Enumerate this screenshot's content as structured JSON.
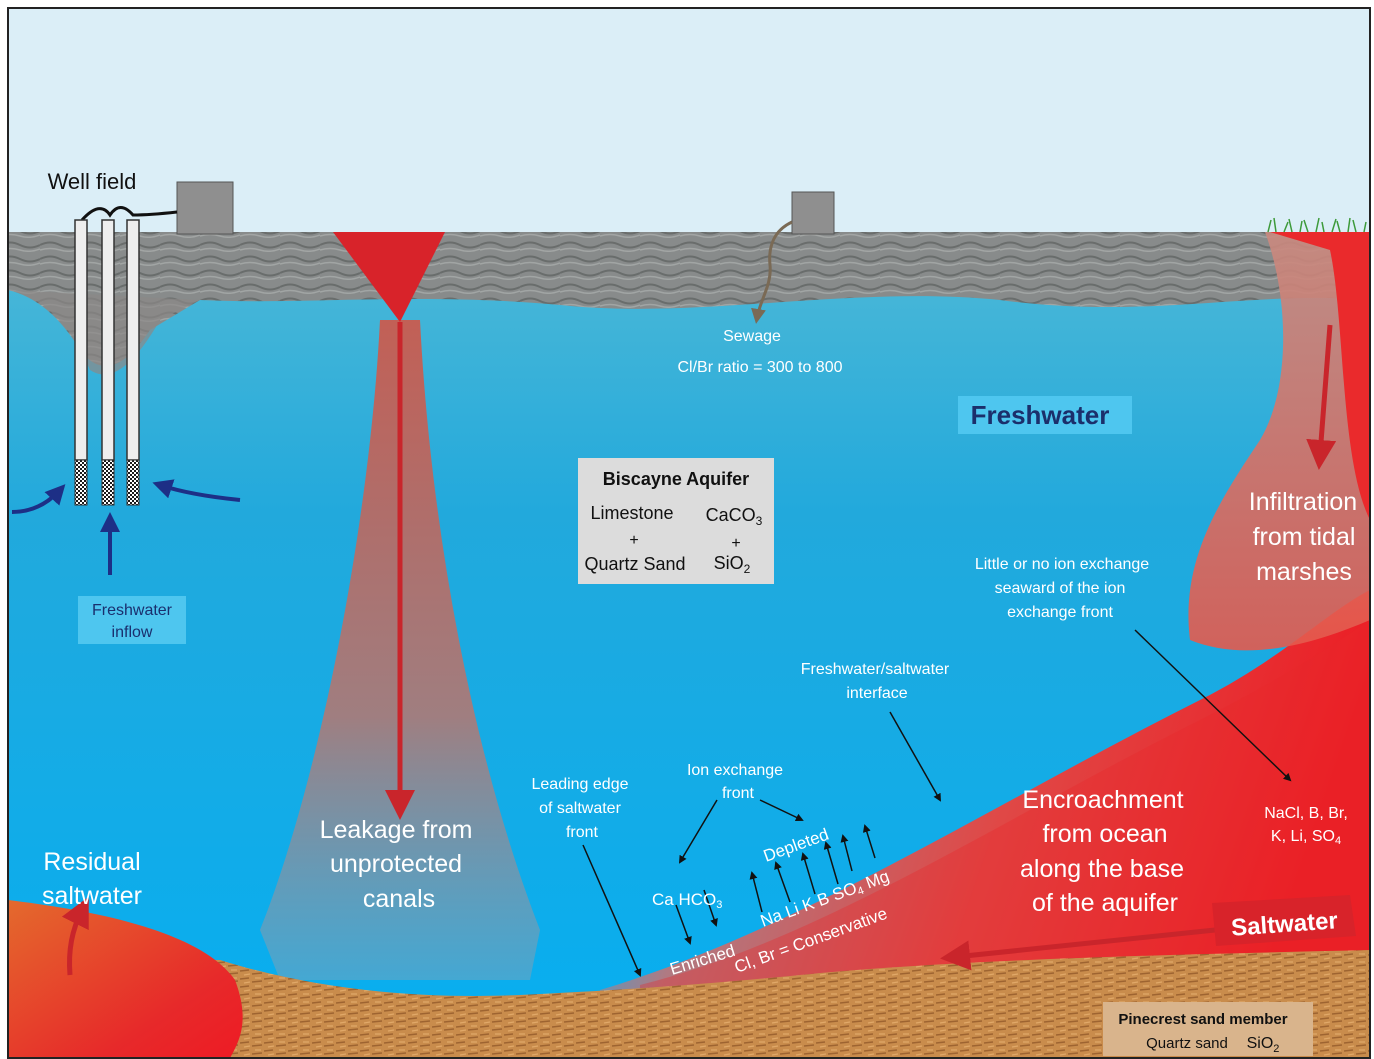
{
  "labels": {
    "well_field": "Well field",
    "freshwater_inflow_1": "Freshwater",
    "freshwater_inflow_2": "inflow",
    "leakage_1": "Leakage from",
    "leakage_2": "unprotected",
    "leakage_3": "canals",
    "sewage": "Sewage",
    "clbr_ratio": "Cl/Br ratio = 300 to 800",
    "freshwater": "Freshwater",
    "saltwater": "Saltwater",
    "infiltration_1": "Infiltration",
    "infiltration_2": "from tidal",
    "infiltration_3": "marshes",
    "residual_1": "Residual",
    "residual_2": "saltwater",
    "encroach_1": "Encroachment",
    "encroach_2": "from ocean",
    "encroach_3": "along the base",
    "encroach_4": "of the aquifer",
    "little_1": "Little or no ion exchange",
    "little_2": "seaward of the ion",
    "little_3": "exchange front",
    "interface_1": "Freshwater/saltwater",
    "interface_2": "interface",
    "ionfront_1": "Ion exchange",
    "ionfront_2": "front",
    "leading_1": "Leading edge",
    "leading_2": "of saltwater",
    "leading_3": "front",
    "depleted": "Depleted",
    "enriched": "Enriched",
    "ca_hco3": "Ca  HCO",
    "ca_hco3_sub": "3",
    "na_li_k_b_so4": "Na Li  K  B  SO",
    "so4_sub": "4",
    "mg": " Mg",
    "conservative": "Cl, Br = Conservative",
    "nacl_1": "NaCl, B, Br,",
    "nacl_2": "K, Li, SO",
    "nacl_2_sub": "4"
  },
  "aquifer_box": {
    "title": "Biscayne Aquifer",
    "limestone": "Limestone",
    "caco3": "CaCO",
    "caco3_sub": "3",
    "plus": "+",
    "quartz_sand": "Quartz Sand",
    "sio2": "SiO",
    "sio2_sub": "2"
  },
  "pinecrest_box": {
    "title": "Pinecrest sand member",
    "quartz_sand": "Quartz sand",
    "sio2": "SiO",
    "sio2_sub": "2"
  },
  "colors": {
    "sky": "#dbeef7",
    "water": "#13a4dc",
    "saltwater": "#e3262b",
    "limestone": "#8e8c8a",
    "sand": "#c98b4a",
    "arrow_red": "#c9252b",
    "arrow_blue": "#1d2f86",
    "sewage_pipe": "#7a6a55"
  }
}
